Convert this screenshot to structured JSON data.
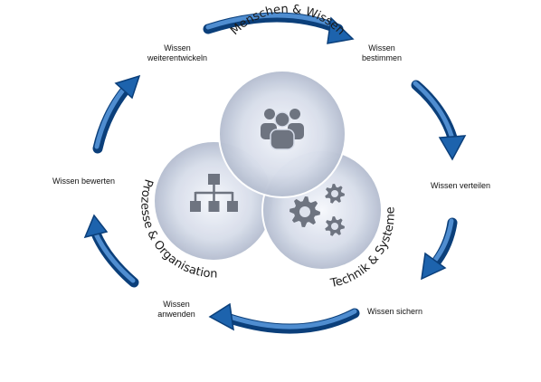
{
  "colors": {
    "arrow_dark": "#0b3f7a",
    "arrow_mid": "#1d63ad",
    "arrow_light": "#6fa6de",
    "circle_center": "#ffffff",
    "circle_edge": "#b4bdcf",
    "icon": "#6e7480"
  },
  "circles": {
    "people": {
      "label": "Menschen & Wissen",
      "icon": "people-group-icon"
    },
    "processes": {
      "label": "Prozesse & Organisation",
      "icon": "org-chart-icon"
    },
    "technology": {
      "label": "Technik & Systeme",
      "icon": "gears-icon"
    }
  },
  "cycle_steps": {
    "develop": {
      "line1": "Wissen",
      "line2": "weiterentwickeln"
    },
    "define": {
      "line1": "Wissen",
      "line2": "bestimmen"
    },
    "distribute": {
      "label": "Wissen verteilen"
    },
    "secure": {
      "label": "Wissen sichern"
    },
    "apply": {
      "line1": "Wissen",
      "line2": "anwenden"
    },
    "evaluate": {
      "label": "Wissen bewerten"
    }
  }
}
